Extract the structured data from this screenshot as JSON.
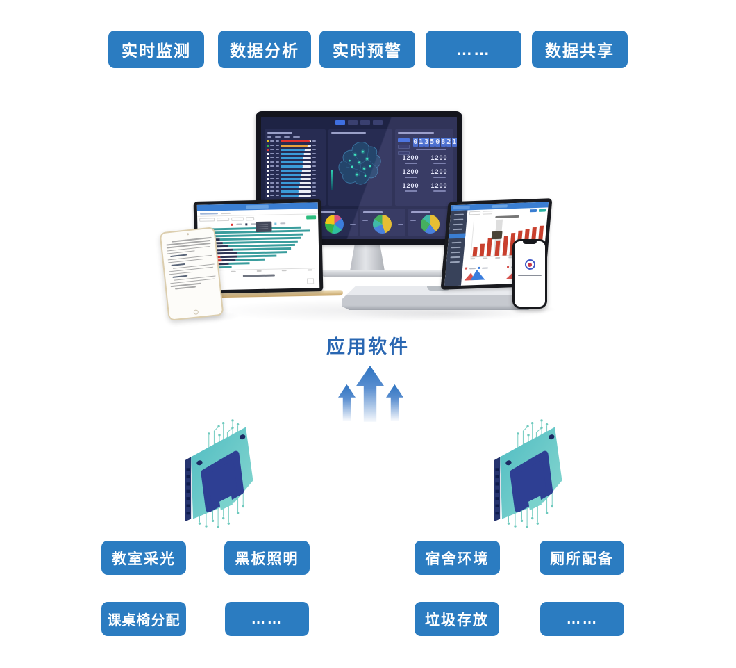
{
  "top_buttons": [
    "实时监测",
    "数据分析",
    "实时预警",
    "……",
    "数据共享"
  ],
  "bottom_buttons": [
    "教室采光",
    "黑板照明",
    "宿舍环境",
    "厕所配备",
    "课桌椅分配",
    "……",
    "垃圾存放",
    "……"
  ],
  "app_label": "应用软件",
  "colors": {
    "button": "#2b7cc1",
    "label": "#2a67b2",
    "arrow": "#2e73c0",
    "header_blue": "#3a7ed2",
    "green": "#2dbd7f",
    "teal_btn": "#2bb3a3",
    "bar_red": "#c9402e",
    "screen_bg": "#1e2344",
    "panel_bg": "#272c52"
  },
  "monitor": {
    "counter": "01350821",
    "stats": [
      "1200",
      "1200",
      "1200",
      "1200",
      "1200",
      "1200"
    ],
    "rank_rows": [
      {
        "sq": "#f0c419",
        "color": "#e0312f",
        "pct": 96
      },
      {
        "sq": "#35b34a",
        "color": "#e8a33d",
        "pct": 88
      },
      {
        "sq": "#e0312f",
        "color": "#3b9bd8",
        "pct": 80
      },
      {
        "sq": "#ffffff",
        "color": "#3b9bd8",
        "pct": 78
      },
      {
        "sq": "#ffffff",
        "color": "#3b9bd8",
        "pct": 76
      },
      {
        "sq": "#ffffff",
        "color": "#3b9bd8",
        "pct": 74
      },
      {
        "sq": "#ffffff",
        "color": "#3b9bd8",
        "pct": 72
      },
      {
        "sq": "#ffffff",
        "color": "#3b9bd8",
        "pct": 70
      },
      {
        "sq": "#ffffff",
        "color": "#3b9bd8",
        "pct": 68
      },
      {
        "sq": "#ffffff",
        "color": "#3b9bd8",
        "pct": 66
      },
      {
        "sq": "#ffffff",
        "color": "#3b9bd8",
        "pct": 64
      },
      {
        "sq": "#ffffff",
        "color": "#3b9bd8",
        "pct": 62
      },
      {
        "sq": "#ffffff",
        "color": "#3b9bd8",
        "pct": 60
      },
      {
        "sq": "#ffffff",
        "color": "#3b9bd8",
        "pct": 58
      }
    ],
    "pies": [
      {
        "slices": [
          [
            "#d94f7e",
            14
          ],
          [
            "#3b7ddd",
            22
          ],
          [
            "#2fbfa0",
            18
          ],
          [
            "#35b34a",
            22
          ],
          [
            "#f0c419",
            24
          ]
        ]
      },
      {
        "slices": [
          [
            "#f0c419",
            45
          ],
          [
            "#3b7ddd",
            23
          ],
          [
            "#2fbfa0",
            16
          ],
          [
            "#35b34a",
            16
          ]
        ]
      },
      {
        "slices": [
          [
            "#f0c419",
            40
          ],
          [
            "#3b7ddd",
            20
          ],
          [
            "#35b34a",
            25
          ],
          [
            "#2fbfa0",
            15
          ]
        ]
      }
    ]
  },
  "laptop_left": {
    "bars": [
      {
        "r": 3,
        "n": 8,
        "t": 132
      },
      {
        "r": 4,
        "n": 10,
        "t": 142
      },
      {
        "r": 6,
        "n": 14,
        "t": 126
      },
      {
        "r": 8,
        "n": 18,
        "t": 117
      },
      {
        "r": 10,
        "n": 20,
        "t": 108
      },
      {
        "r": 14,
        "n": 24,
        "t": 96
      },
      {
        "r": 18,
        "n": 26,
        "t": 84
      },
      {
        "r": 22,
        "n": 28,
        "t": 72
      },
      {
        "r": 26,
        "n": 24,
        "t": 57
      },
      {
        "r": 28,
        "n": 20,
        "t": 42
      },
      {
        "r": 24,
        "n": 14,
        "t": 30
      },
      {
        "r": 16,
        "n": 8,
        "t": 18
      }
    ],
    "colors": {
      "red": "#e0312f",
      "navy": "#2c3555",
      "teal": "#3a9d9d"
    }
  },
  "laptop_right": {
    "bars": [
      14,
      18,
      26,
      22,
      28,
      32,
      35,
      37,
      39,
      41,
      43
    ],
    "highlight_index": 3,
    "sidebar_items": 10,
    "sidebar_active": 4
  },
  "tablet": {
    "lines": [
      [
        58,
        8,
        0
      ],
      [
        64,
        0,
        0
      ],
      [
        64,
        0,
        0
      ],
      [
        62,
        0,
        0
      ],
      [
        40,
        0,
        0
      ],
      [
        24,
        4,
        1
      ],
      [
        64,
        0,
        0
      ],
      [
        50,
        0,
        0
      ],
      [
        20,
        4,
        1
      ],
      [
        60,
        6,
        0
      ],
      [
        64,
        0,
        0
      ],
      [
        34,
        0,
        0
      ],
      [
        22,
        4,
        1
      ],
      [
        60,
        6,
        0
      ],
      [
        64,
        0,
        0
      ],
      [
        44,
        0,
        0
      ],
      [
        30,
        6,
        0
      ]
    ]
  }
}
